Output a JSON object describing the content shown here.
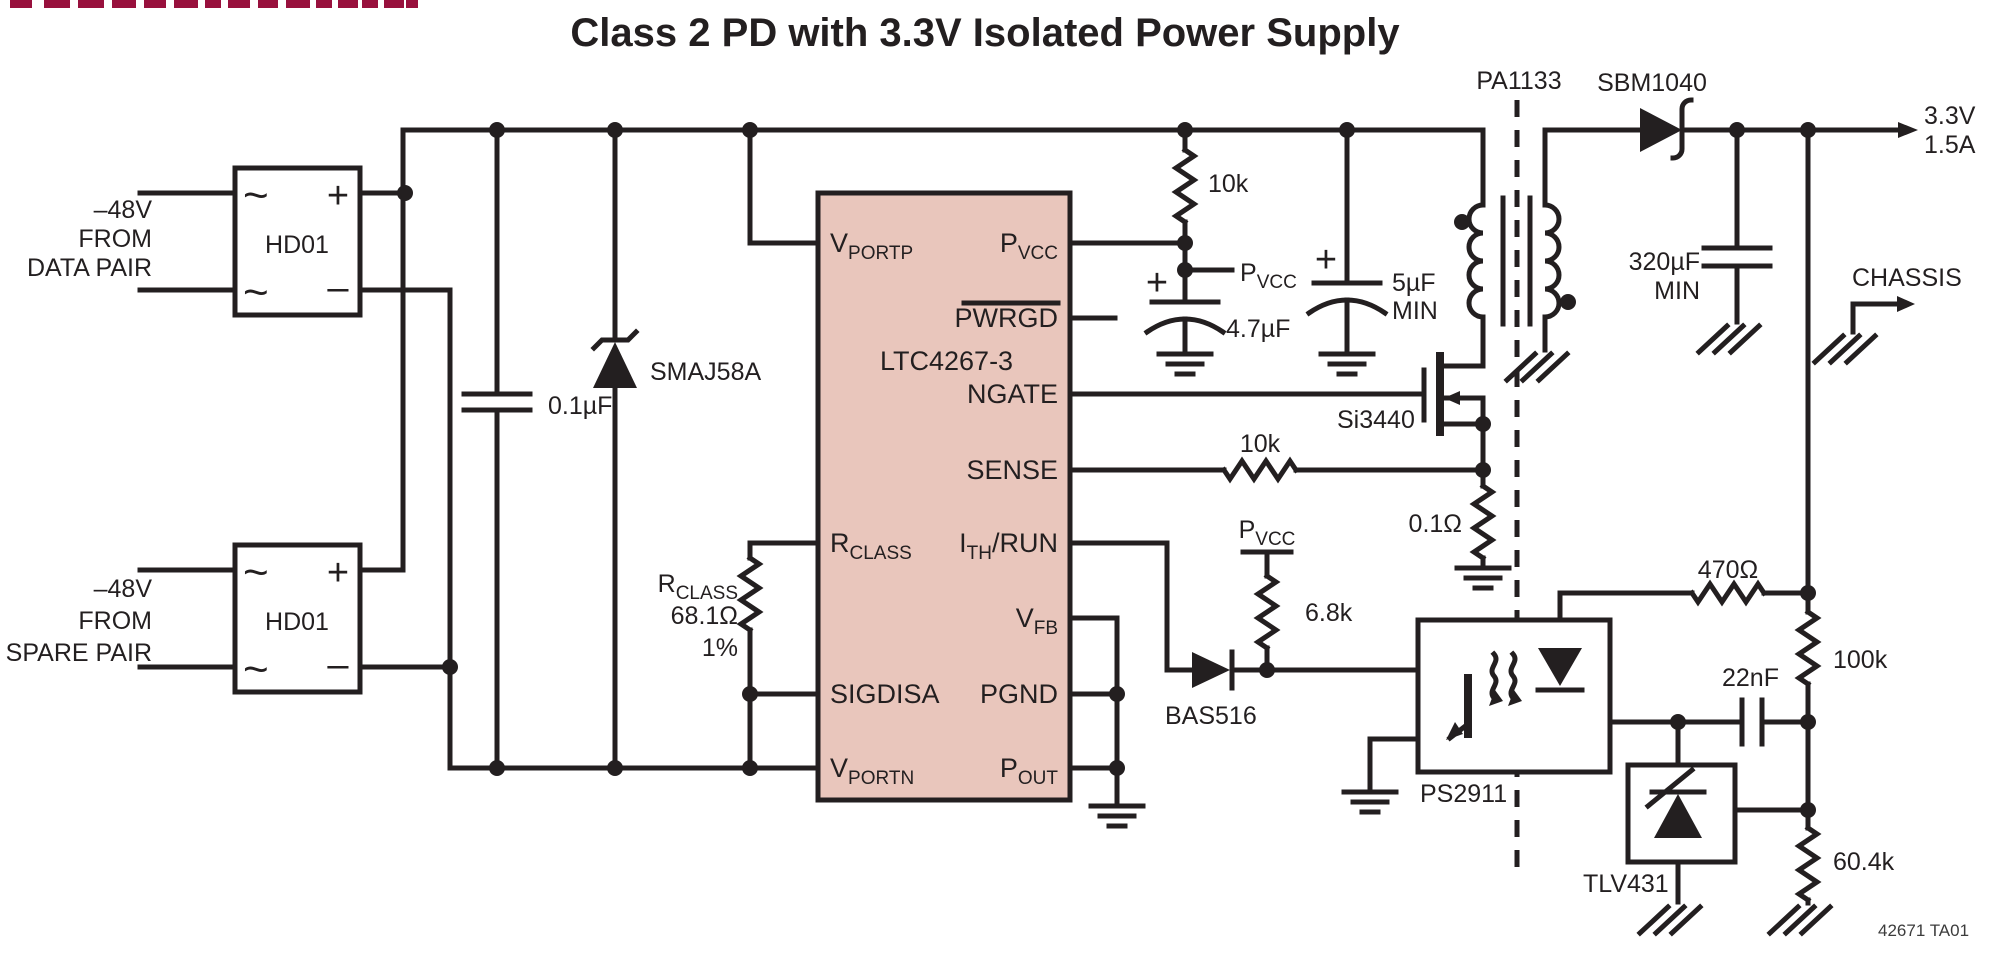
{
  "title": "Class 2 PD with 3.3V Isolated Power Supply",
  "note": "42671 TA01",
  "colors": {
    "wire": "#231f20",
    "chip_fill": "#e9c6bc",
    "logo_fragment": "#98103d"
  },
  "inputs": {
    "data_pair": {
      "l1": "–48V",
      "l2": "FROM",
      "l3": "DATA PAIR"
    },
    "spare_pair": {
      "l1": "–48V",
      "l2": "FROM",
      "l3": "SPARE PAIR"
    }
  },
  "bridges": {
    "label": "HD01",
    "ac": "~",
    "plus": "+",
    "minus": "–"
  },
  "ic": {
    "name": "LTC4267-3",
    "pins": {
      "vportp": {
        "main": "V",
        "sub": "PORTP"
      },
      "rclass": {
        "main": "R",
        "sub": "CLASS"
      },
      "sigdisa": {
        "main": "SIGDISA"
      },
      "vportn": {
        "main": "V",
        "sub": "PORTN"
      },
      "pvcc": {
        "main": "P",
        "sub": "VCC"
      },
      "pwrgd": {
        "main": "PWRGD"
      },
      "ngate": {
        "main": "NGATE"
      },
      "sense": {
        "main": "SENSE"
      },
      "ithrun": {
        "main": "I",
        "sub": "TH",
        "tail": "/RUN"
      },
      "vfb": {
        "main": "V",
        "sub": "FB"
      },
      "pgnd": {
        "main": "PGND"
      },
      "pout": {
        "main": "P",
        "sub": "OUT"
      }
    }
  },
  "components": {
    "plus": "+",
    "cap_input": "0.1µF",
    "tvs": "SMAJ58A",
    "rclass": {
      "main": "R",
      "sub": "CLASS",
      "value": "68.1Ω",
      "tol": "1%"
    },
    "r_pvcc": "10k",
    "pvcc_net": {
      "main": "P",
      "sub": "VCC"
    },
    "cap_pvcc": "4.7µF",
    "cap_5uf": {
      "value": "5µF",
      "qual": "MIN"
    },
    "transformer": "PA1133",
    "diode_out": "SBM1040",
    "mosfet": "Si3440",
    "r_sense": "10k",
    "r_shunt": "0.1Ω",
    "r_68k": "6.8k",
    "diode_bas": "BAS516",
    "opto": "PS2911",
    "cap_out": {
      "value": "320µF",
      "qual": "MIN"
    },
    "chassis": "CHASSIS",
    "r_470": "470Ω",
    "r_100k": "100k",
    "cap_22nf": "22nF",
    "shunt_reg": "TLV431",
    "r_604k": "60.4k"
  },
  "output": {
    "v": "3.3V",
    "a": "1.5A"
  }
}
